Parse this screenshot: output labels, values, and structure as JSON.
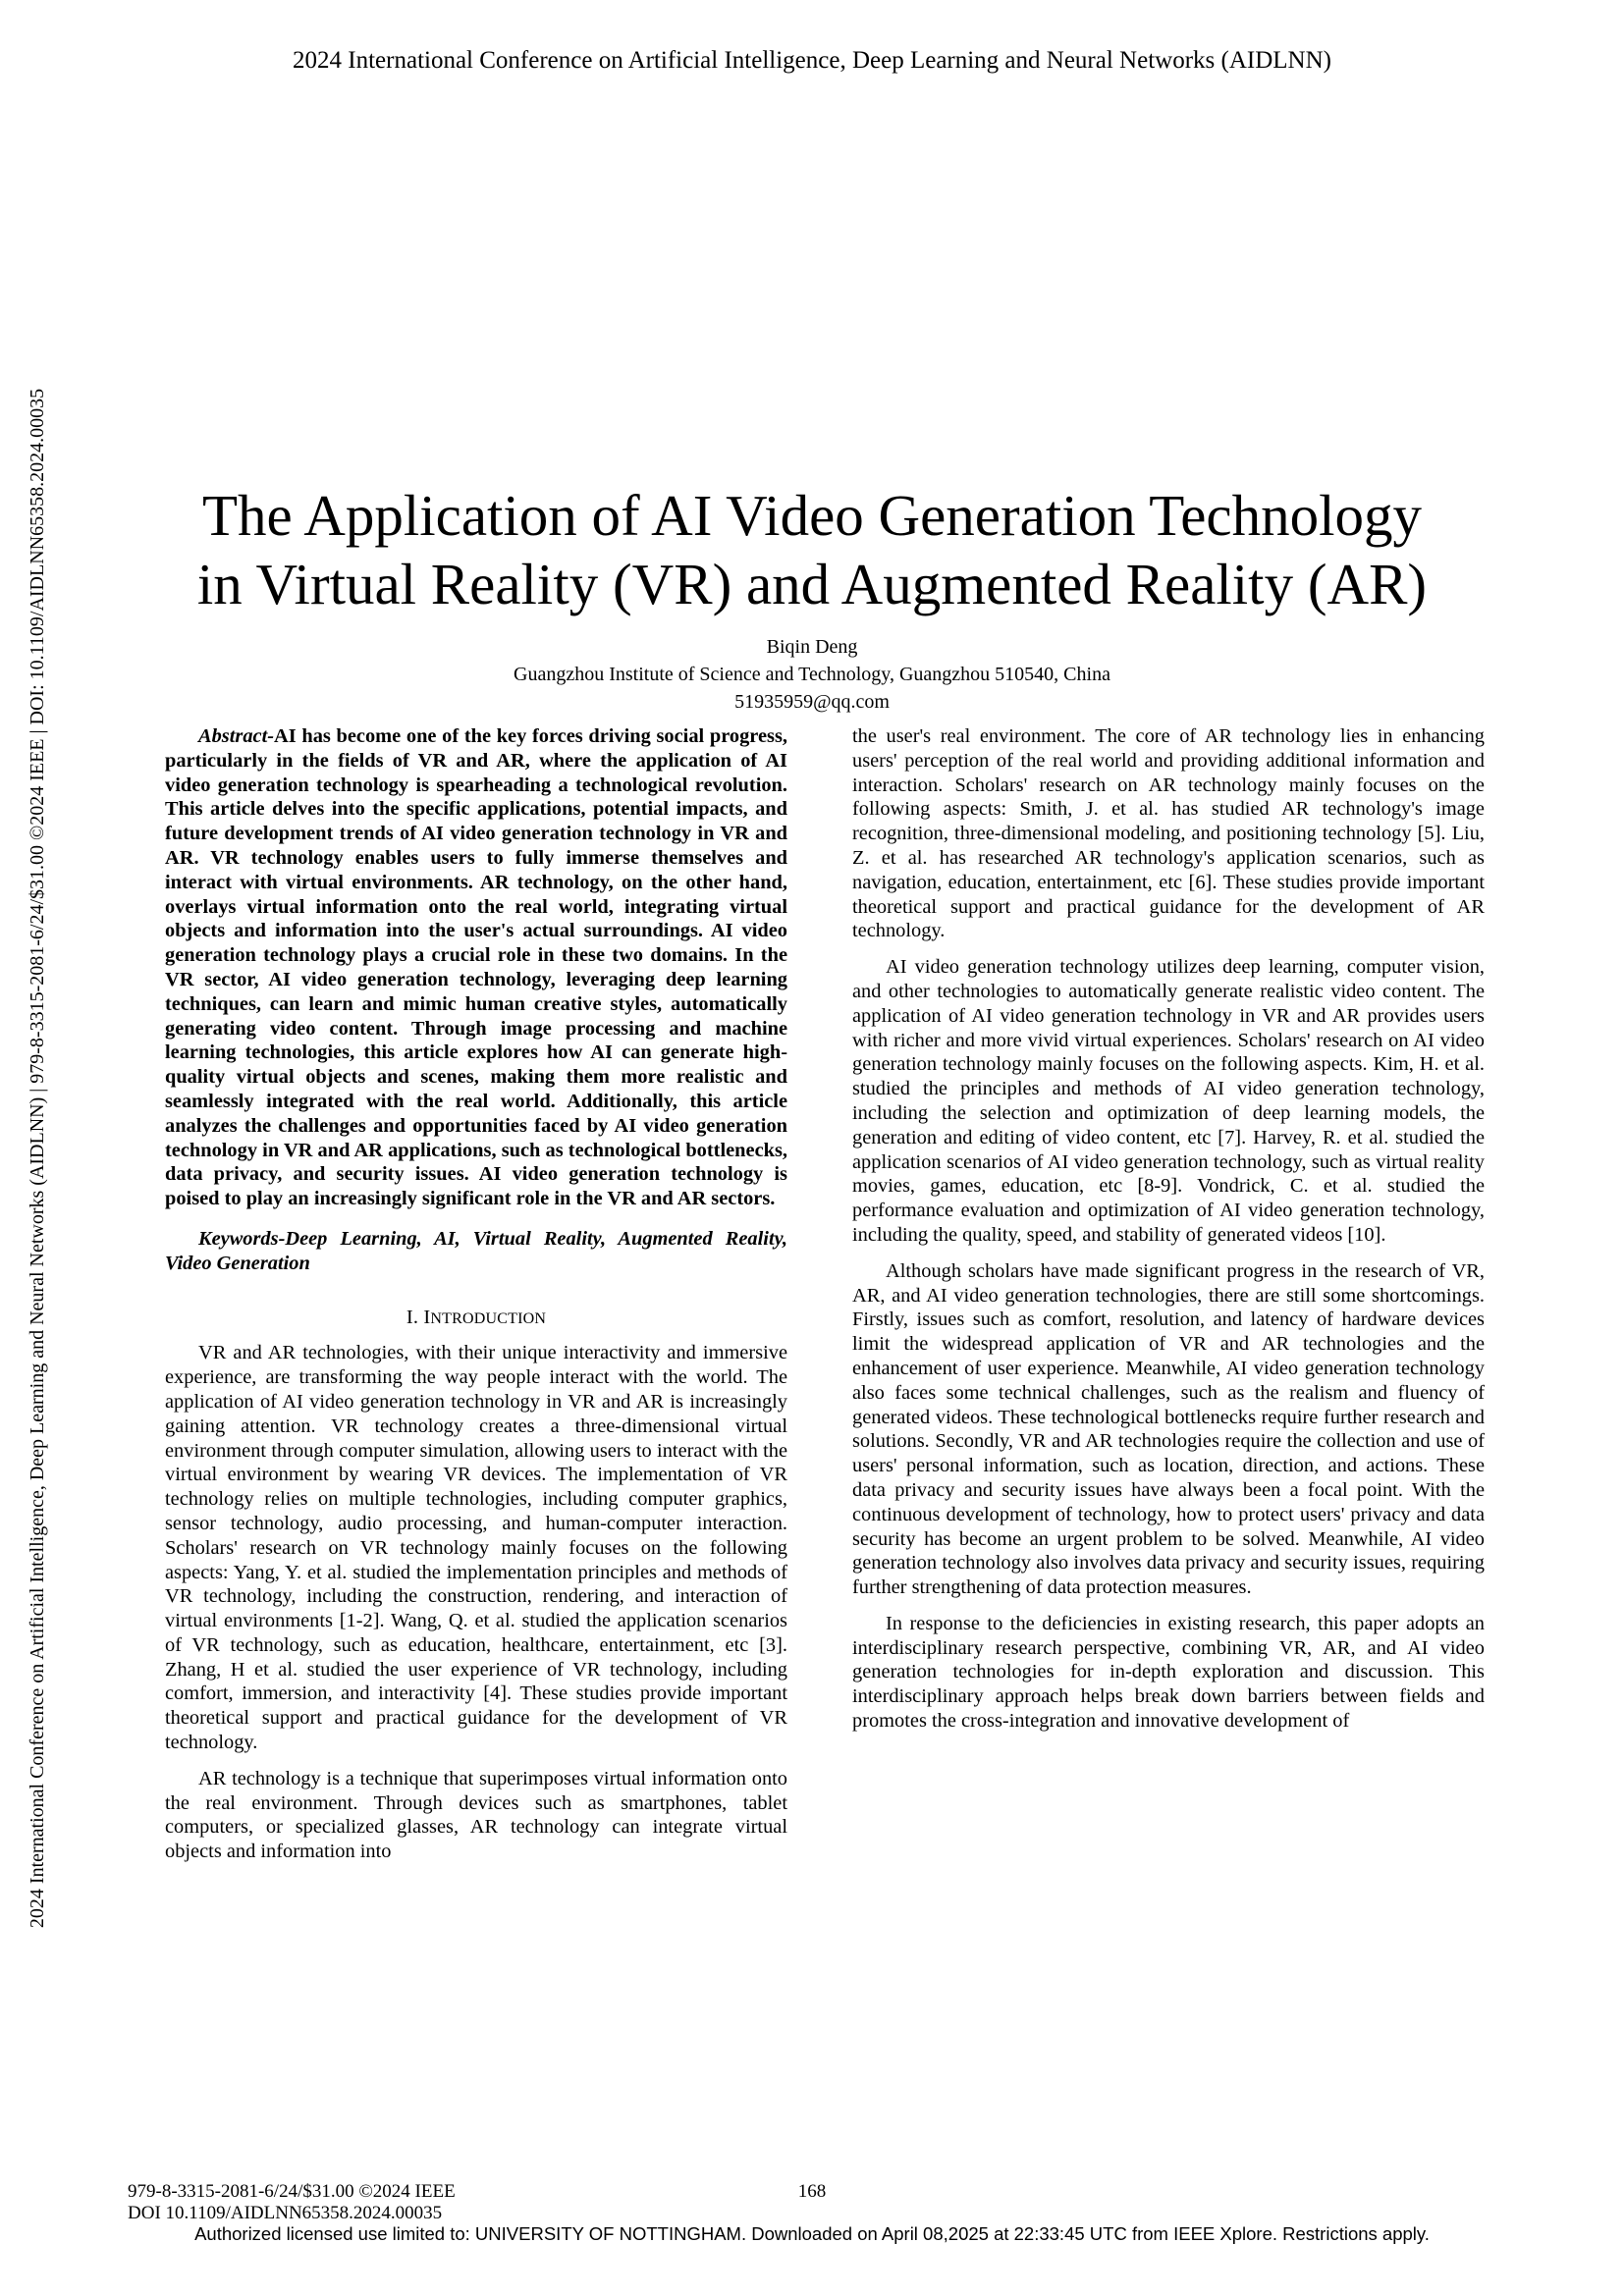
{
  "header": {
    "conference": "2024 International Conference on Artificial Intelligence, Deep Learning and Neural Networks (AIDLNN)"
  },
  "side_margin": {
    "text": "2024 International Conference on Artificial Intelligence, Deep Learning and Neural Networks (AIDLNN) | 979-8-3315-2081-6/24/$31.00 ©2024 IEEE | DOI: 10.1109/AIDLNN65358.2024.00035"
  },
  "paper": {
    "title_line1": "The Application of AI Video Generation Technology",
    "title_line2": "in Virtual Reality (VR) and Augmented Reality (AR)",
    "author": "Biqin Deng",
    "affiliation": "Guangzhou Institute of Science and Technology, Guangzhou 510540, China",
    "email": "51935959@qq.com"
  },
  "abstract": {
    "label": "Abstract-",
    "text": "AI has become one of the key forces driving social progress, particularly in the fields of VR and AR, where the application of AI video generation technology is spearheading a technological revolution. This article delves into the specific applications, potential impacts, and future development trends of AI video generation technology in VR and AR. VR technology enables users to fully immerse themselves and interact with virtual environments. AR technology, on the other hand, overlays virtual information onto the real world, integrating virtual objects and information into the user's actual surroundings. AI video generation technology plays a crucial role in these two domains. In the VR sector, AI video generation technology, leveraging deep learning techniques, can learn and mimic human creative styles, automatically generating video content. Through image processing and machine learning technologies, this article explores how AI can generate high-quality virtual objects and scenes, making them more realistic and seamlessly integrated with the real world. Additionally, this article analyzes the challenges and opportunities faced by AI video generation technology in VR and AR applications, such as technological bottlenecks, data privacy, and security issues. AI video generation technology is poised to play an increasingly significant role in the VR and AR sectors."
  },
  "keywords": {
    "text": "Keywords-Deep Learning, AI, Virtual Reality, Augmented Reality, Video Generation"
  },
  "section1": {
    "number": "I. I",
    "name": "NTRODUCTION"
  },
  "body": {
    "p1": "VR and AR technologies, with their unique interactivity and immersive experience, are transforming the way people interact with the world. The application of AI video generation technology in VR and AR is increasingly gaining attention. VR technology creates a three-dimensional virtual environment through computer simulation, allowing users to interact with the virtual environment by wearing VR devices. The implementation of VR technology relies on multiple technologies, including computer graphics, sensor technology, audio processing, and human-computer interaction. Scholars' research on VR technology mainly focuses on the following aspects: Yang, Y. et al. studied the implementation principles and methods of VR technology, including the construction, rendering, and interaction of virtual environments [1-2]. Wang, Q. et al. studied the application scenarios of VR technology, such as education, healthcare, entertainment, etc [3]. Zhang, H et al. studied the user experience of VR technology, including comfort, immersion, and interactivity [4]. These studies provide important theoretical support and practical guidance for the development of VR technology.",
    "p2": "AR technology is a technique that superimposes virtual information onto the real environment. Through devices such as smartphones, tablet computers, or specialized glasses, AR technology can integrate virtual objects and information into",
    "p2_cont": "the user's real environment. The core of AR technology lies in enhancing users' perception of the real world and providing additional information and interaction. Scholars' research on AR technology mainly focuses on the following aspects: Smith, J. et al. has studied AR technology's image recognition, three-dimensional modeling, and positioning technology [5]. Liu, Z. et al. has researched AR technology's application scenarios, such as navigation, education, entertainment, etc [6]. These studies provide important theoretical support and practical guidance for the development of AR technology.",
    "p3": "AI video generation technology utilizes deep learning, computer vision, and other technologies to automatically generate realistic video content. The application of AI video generation technology in VR and AR provides users with richer and more vivid virtual experiences. Scholars' research on AI video generation technology mainly focuses on the following aspects. Kim, H. et al. studied the principles and methods of AI video generation technology, including the selection and optimization of deep learning models, the generation and editing of video content, etc [7]. Harvey, R. et al. studied the application scenarios of AI video generation technology, such as virtual reality movies, games, education, etc [8-9]. Vondrick, C. et al. studied the performance evaluation and optimization of AI video generation technology, including the quality, speed, and stability of generated videos [10].",
    "p4": "Although scholars have made significant progress in the research of VR, AR, and AI video generation technologies, there are still some shortcomings. Firstly, issues such as comfort, resolution, and latency of hardware devices limit the widespread application of VR and AR technologies and the enhancement of user experience. Meanwhile, AI video generation technology also faces some technical challenges, such as the realism and fluency of generated videos. These technological bottlenecks require further research and solutions. Secondly, VR and AR technologies require the collection and use of users' personal information, such as location, direction, and actions. These data privacy and security issues have always been a focal point. With the continuous development of technology, how to protect users' privacy and data security has become an urgent problem to be solved. Meanwhile, AI video generation technology also involves data privacy and security issues, requiring further strengthening of data protection measures.",
    "p5": "In response to the deficiencies in existing research, this paper adopts an interdisciplinary research perspective, combining VR, AR, and AI video generation technologies for in-depth exploration and discussion. This interdisciplinary approach helps break down barriers between fields and promotes the cross-integration and innovative development of"
  },
  "footer": {
    "isbn": "979-8-3315-2081-6/24/$31.00 ©2024 IEEE",
    "doi": "DOI 10.1109/AIDLNN65358.2024.00035",
    "page_number": "168",
    "license": "Authorized licensed use limited to: UNIVERSITY OF NOTTINGHAM. Downloaded on April 08,2025 at 22:33:45 UTC from IEEE Xplore.  Restrictions apply."
  }
}
